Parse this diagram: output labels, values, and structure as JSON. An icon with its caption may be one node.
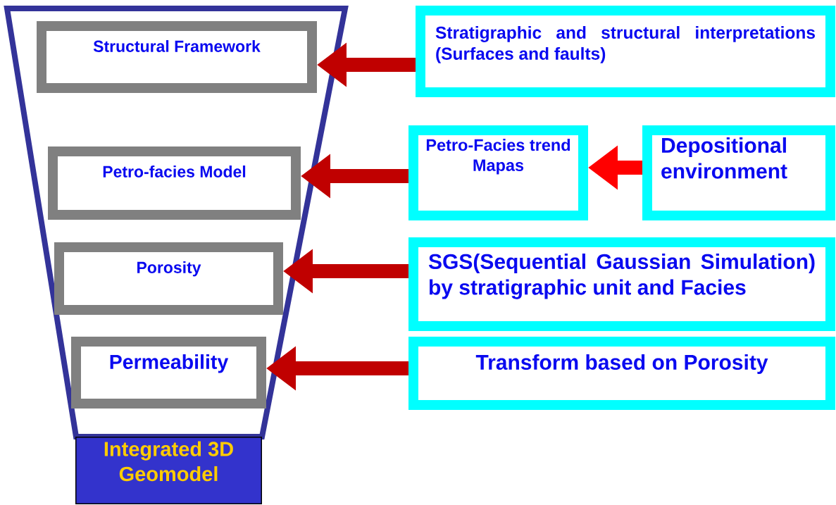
{
  "diagram": {
    "nodes": [
      {
        "text": [],
        "shape": "trapezoid"
      },
      {
        "text": [
          "Structural Framework"
        ],
        "in": 0
      },
      {
        "text": [
          "Petro-facies Model"
        ],
        "in": 0
      },
      {
        "text": [
          "Porosity"
        ],
        "in": 0
      },
      {
        "text": [
          "Permeability"
        ],
        "in": 0
      },
      {
        "text": [
          "Integrated 3D Geomodel"
        ]
      },
      {
        "text": [
          "Stratigraphic and structural interpretations (Surfaces and faults)"
        ]
      },
      {
        "text": [
          "Petro-Facies trend Mapas"
        ]
      },
      {
        "text": [
          "Depositional environment"
        ]
      },
      {
        "text": [
          "SGS(Sequential Gaussian Simulation) by stratigraphic unit and Facies"
        ]
      },
      {
        "text": [
          "Transform based on Porosity"
        ]
      }
    ],
    "edges": [
      {
        "from": 6,
        "to": 1,
        "arrow": "to"
      },
      {
        "from": 7,
        "to": 2,
        "arrow": "to"
      },
      {
        "from": 8,
        "to": 7,
        "arrow": "to",
        "color": "#ff0000"
      },
      {
        "from": 9,
        "to": 3,
        "arrow": "to"
      },
      {
        "from": 10,
        "to": 4,
        "arrow": "to"
      }
    ]
  }
}
